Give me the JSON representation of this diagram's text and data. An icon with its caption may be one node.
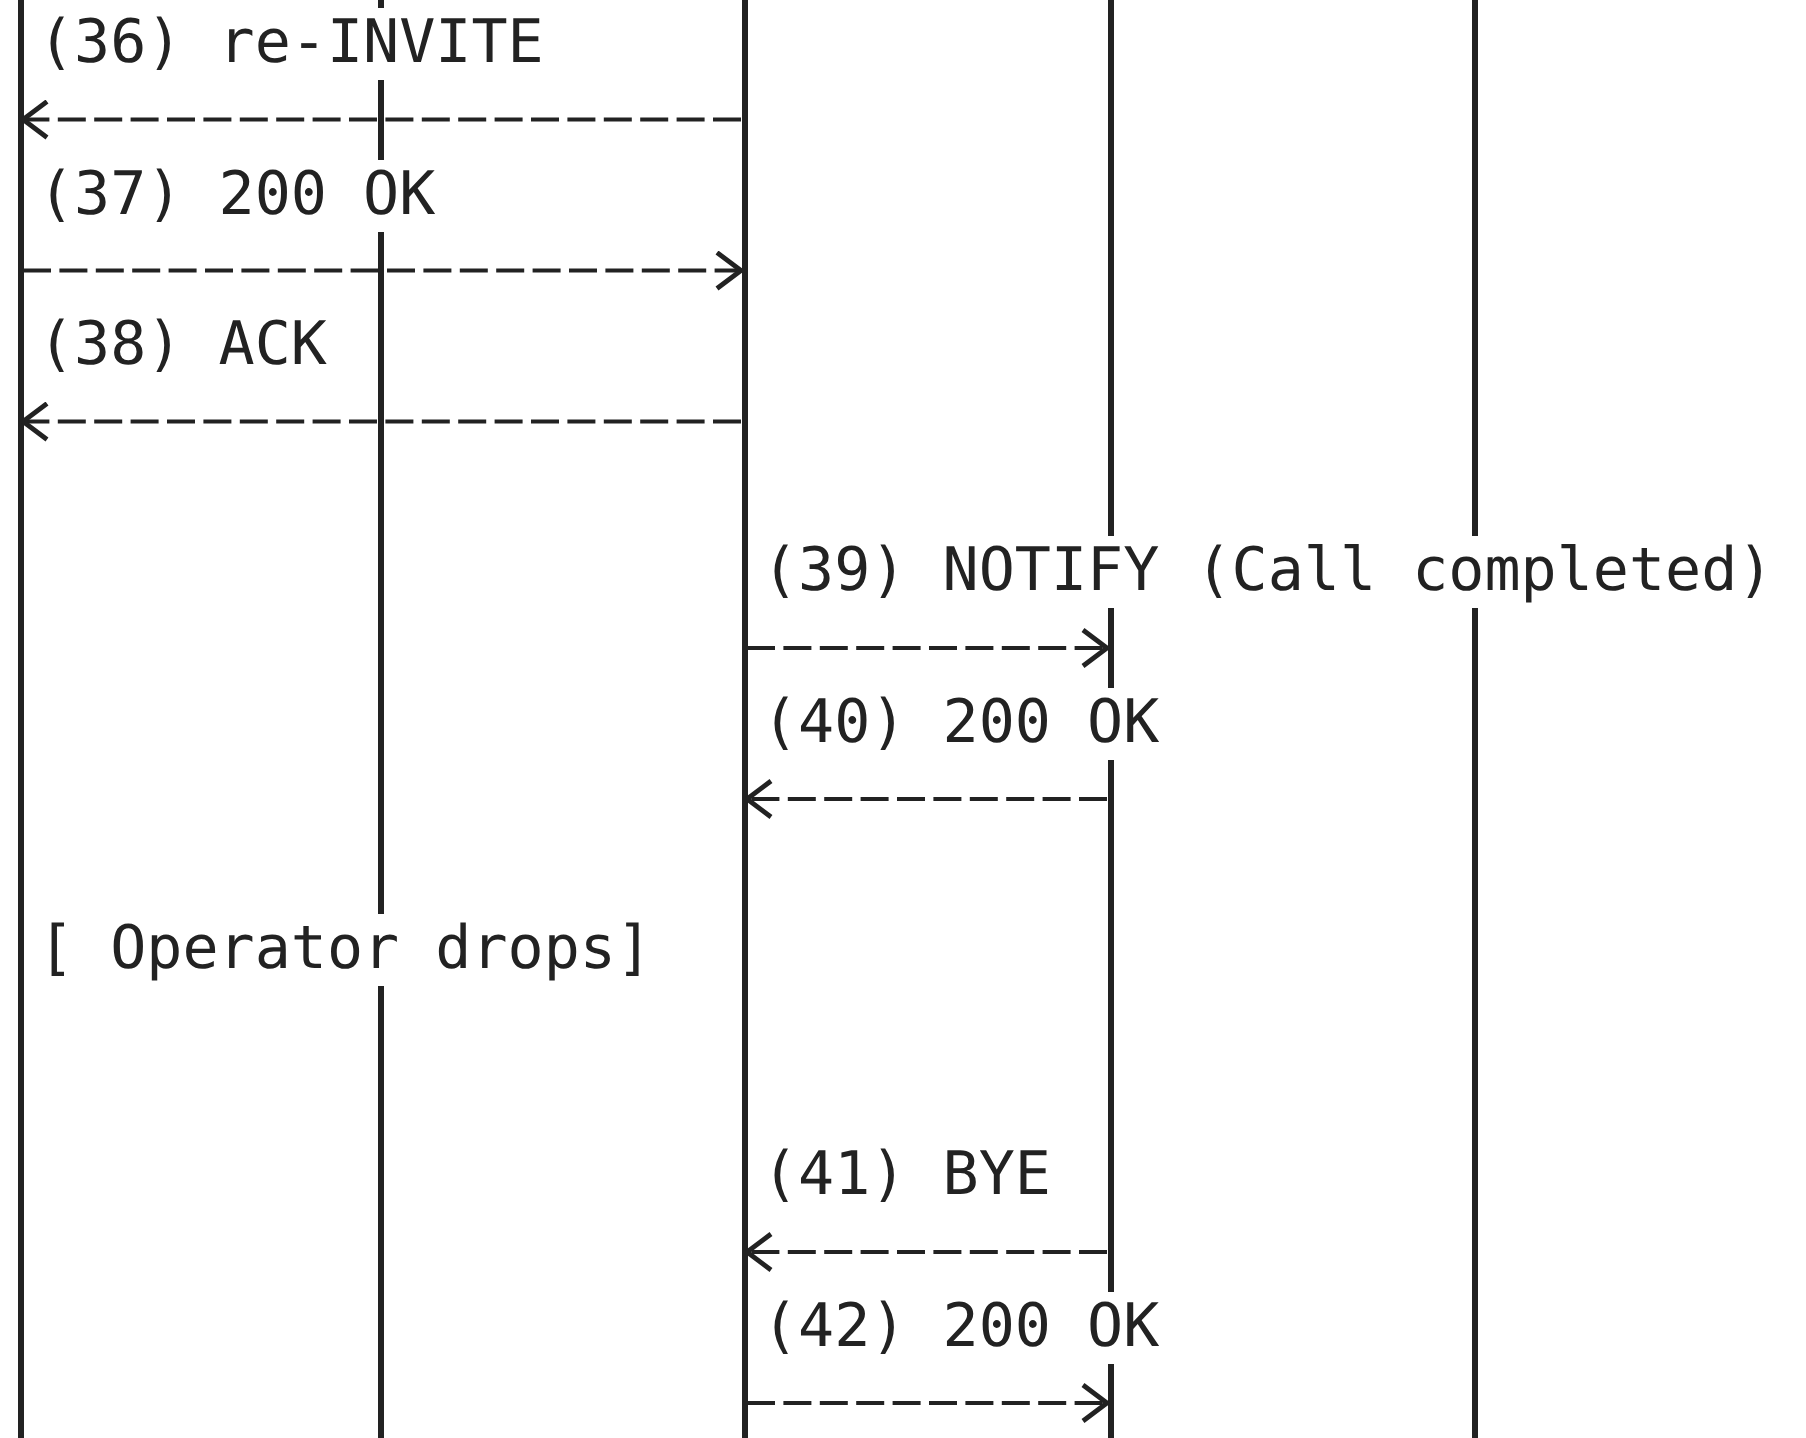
{
  "diagram": {
    "nodes": [
      {
        "text": [],
        "shape": "bar"
      },
      {
        "text": [],
        "shape": "bar"
      },
      {
        "text": [],
        "shape": "bar"
      },
      {
        "text": [],
        "shape": "bar"
      },
      {
        "text": [],
        "shape": "bar"
      }
    ],
    "edges": [
      {
        "from": 2,
        "to": 0,
        "arrow": "to",
        "label": "(36) re-INVITE"
      },
      {
        "from": 0,
        "to": 2,
        "arrow": "to",
        "label": "(37) 200 OK"
      },
      {
        "from": 2,
        "to": 0,
        "arrow": "to",
        "label": "(38) ACK"
      },
      {
        "from": 2,
        "to": 3,
        "arrow": "to",
        "label": "(39) NOTIFY (Call completed)"
      },
      {
        "from": 3,
        "to": 2,
        "arrow": "to",
        "label": "(40) 200 OK"
      },
      {
        "from": 3,
        "to": 2,
        "arrow": "to",
        "label": "(41) BYE"
      },
      {
        "from": 2,
        "to": 3,
        "arrow": "to",
        "label": "(42) 200 OK"
      }
    ],
    "labels": [
      "[ Operator drops]"
    ]
  }
}
